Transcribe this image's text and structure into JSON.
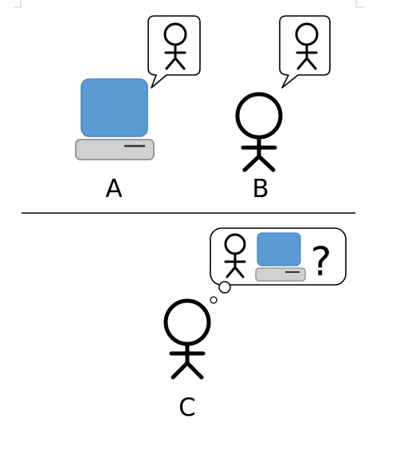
{
  "labels": {
    "a": "A",
    "b": "B",
    "c": "C"
  },
  "question_mark": "?",
  "icons": {
    "computer": "computer-icon",
    "person": "stick-figure-icon",
    "speech_bubble": "speech-bubble-icon",
    "thought_bubble": "thought-bubble-icon"
  },
  "colors": {
    "screen": "#5b9bd5",
    "screen_border": "#4a86c0",
    "computer_base": "#d0d0d0",
    "computer_base_border": "#9a9a9a",
    "ink": "#000000",
    "page_corner": "#c8c8c8"
  }
}
